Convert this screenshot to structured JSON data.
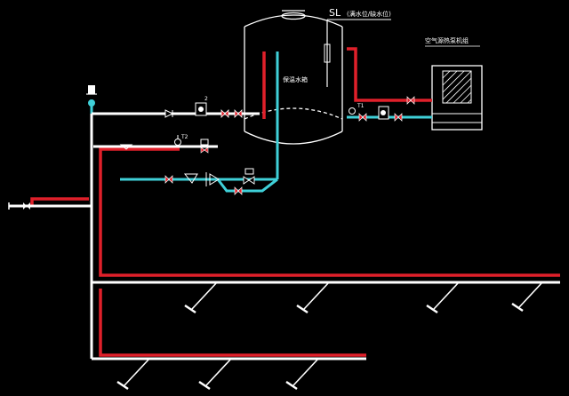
{
  "labels": {
    "tank_level_code": "SL",
    "tank_level_note": "(满水位/缺水位)",
    "heat_pump": "空气源热泵机组",
    "tank": "保温水箱",
    "temp_sensor_1": "T1",
    "temp_sensor_2": "T2"
  },
  "colors": {
    "background": "#000000",
    "hot_pipe": "#e0202a",
    "cold_pipe": "#3fd0d8",
    "white_pipe": "#ffffff",
    "outline": "#ffffff"
  },
  "icons": [
    "air-vent-icon",
    "check-valve-icon",
    "pump-icon",
    "gate-valve-icon",
    "thermometer-icon",
    "solenoid-valve-icon",
    "float-valve-icon",
    "tap-icon",
    "hatch-grill-icon"
  ]
}
